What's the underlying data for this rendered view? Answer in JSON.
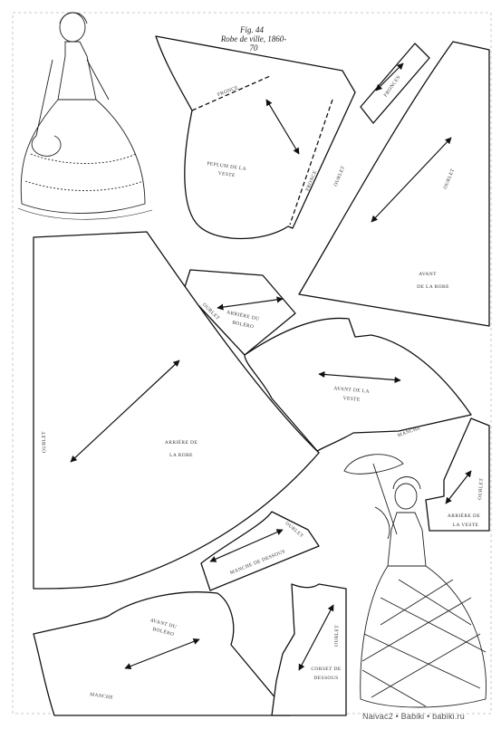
{
  "figure": {
    "number": "Fig. 44",
    "title": "Robe de ville, 1860-70"
  },
  "pieces": [
    {
      "id": "peplum",
      "name_lines": [
        "PEPLUM DE LA",
        "VESTE"
      ],
      "marks": [
        "FRONCE",
        "FRONCE",
        "OURLET"
      ]
    },
    {
      "id": "fronces",
      "name_lines": [
        "FRONCES"
      ]
    },
    {
      "id": "avant-robe",
      "name_lines": [
        "AVANT",
        "DE LA ROBE"
      ],
      "marks": [
        "OURLET"
      ]
    },
    {
      "id": "arriere-bolero",
      "name_lines": [
        "ARRIÈRE DU",
        "BOLÉRO"
      ],
      "marks": [
        "OURLET"
      ]
    },
    {
      "id": "avant-veste",
      "name_lines": [
        "AVANT DE LA",
        "VESTE"
      ],
      "marks": [
        "MANCHE"
      ]
    },
    {
      "id": "arriere-robe",
      "name_lines": [
        "ARRIÈRE DE",
        "LA ROBE"
      ],
      "marks": [
        "OURLET"
      ]
    },
    {
      "id": "arriere-veste",
      "name_lines": [
        "ARRIÈRE DE",
        "LA VESTE"
      ],
      "marks": [
        "OURLET"
      ]
    },
    {
      "id": "manche-dessous",
      "name_lines": [
        "MANCHE DE DESSOUS"
      ],
      "marks": [
        "OURLET"
      ]
    },
    {
      "id": "avant-bolero",
      "name_lines": [
        "AVANT DU",
        "BOLÉRO"
      ],
      "marks": [
        "MANCHE"
      ]
    },
    {
      "id": "corset",
      "name_lines": [
        "CORSET DE",
        "DESSOUS"
      ],
      "marks": [
        "OURLET"
      ]
    }
  ],
  "watermark": "Naivac2 • Babiki • babiki.ru"
}
